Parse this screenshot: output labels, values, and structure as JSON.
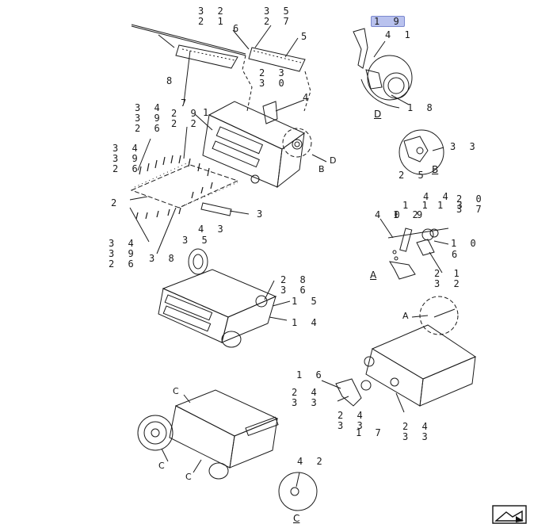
{
  "callouts": [
    "3 2",
    "2 1",
    "3 5",
    "2 7",
    "6",
    "5",
    "8",
    "2 3",
    "3 0",
    "4",
    "7",
    "1",
    "3 4",
    "3 9",
    "2 6",
    "2 9",
    "2 2",
    "3 4",
    "3 9",
    "2 6",
    "B",
    "D",
    "2",
    "3",
    "4 3",
    "3 5",
    "3 4",
    "3 9",
    "2 6",
    "3 8",
    "1 9",
    "4 1",
    "1 8",
    "3 3",
    "2 5",
    "4 0",
    "1 2",
    "1 1",
    "9",
    "4 4",
    "1 3",
    "2 0",
    "3 7",
    "1 0",
    "6",
    "2 1",
    "3 2",
    "2 8",
    "3 6",
    "1 5",
    "1 4",
    "A",
    "1 6",
    "2 4",
    "3 3",
    "2 4",
    "3 3",
    "1 7",
    "2 4",
    "3 3",
    "C",
    "C",
    "C",
    "4 2"
  ],
  "view_labels": [
    "D",
    "B",
    "A",
    "C"
  ],
  "highlighted_callout": "1 9",
  "colors": {
    "line": "#1a1a1a",
    "highlight": "#b9c2ee"
  },
  "nav_icon": "next-page-icon"
}
